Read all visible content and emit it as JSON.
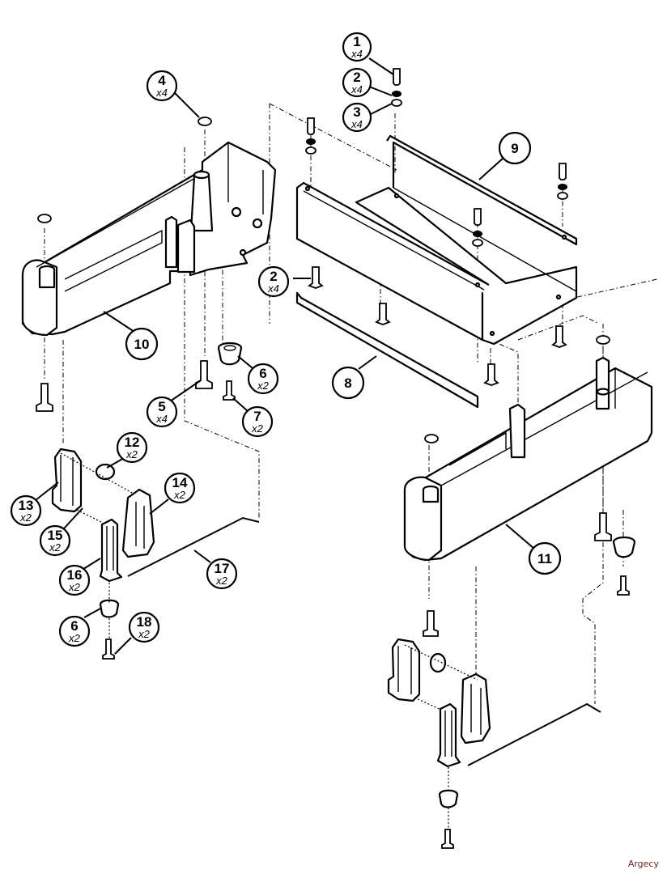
{
  "diagram": {
    "type": "exploded-parts-diagram",
    "callouts": [
      {
        "id": "c1",
        "number": "1",
        "qty": "x4"
      },
      {
        "id": "c2a",
        "number": "2",
        "qty": "x4"
      },
      {
        "id": "c3",
        "number": "3",
        "qty": "x4"
      },
      {
        "id": "c4",
        "number": "4",
        "qty": "x4"
      },
      {
        "id": "c2b",
        "number": "2",
        "qty": "x4"
      },
      {
        "id": "c5",
        "number": "5",
        "qty": "x4"
      },
      {
        "id": "c6a",
        "number": "6",
        "qty": "x2"
      },
      {
        "id": "c7",
        "number": "7",
        "qty": "x2"
      },
      {
        "id": "c8",
        "number": "8",
        "qty": ""
      },
      {
        "id": "c9",
        "number": "9",
        "qty": ""
      },
      {
        "id": "c10",
        "number": "10",
        "qty": ""
      },
      {
        "id": "c11",
        "number": "11",
        "qty": ""
      },
      {
        "id": "c12",
        "number": "12",
        "qty": "x2"
      },
      {
        "id": "c13",
        "number": "13",
        "qty": "x2"
      },
      {
        "id": "c14",
        "number": "14",
        "qty": "x2"
      },
      {
        "id": "c15",
        "number": "15",
        "qty": "x2"
      },
      {
        "id": "c16",
        "number": "16",
        "qty": "x2"
      },
      {
        "id": "c17",
        "number": "17",
        "qty": "x2"
      },
      {
        "id": "c6b",
        "number": "6",
        "qty": "x2"
      },
      {
        "id": "c18",
        "number": "18",
        "qty": "x2"
      }
    ],
    "parts": [
      {
        "name": "left-base-housing",
        "callout": "10"
      },
      {
        "name": "right-base-housing",
        "callout": "11"
      },
      {
        "name": "sheet-metal-tray",
        "callout": "9"
      },
      {
        "name": "trim-strip",
        "callout": "8"
      }
    ]
  },
  "watermark": "Argecy"
}
